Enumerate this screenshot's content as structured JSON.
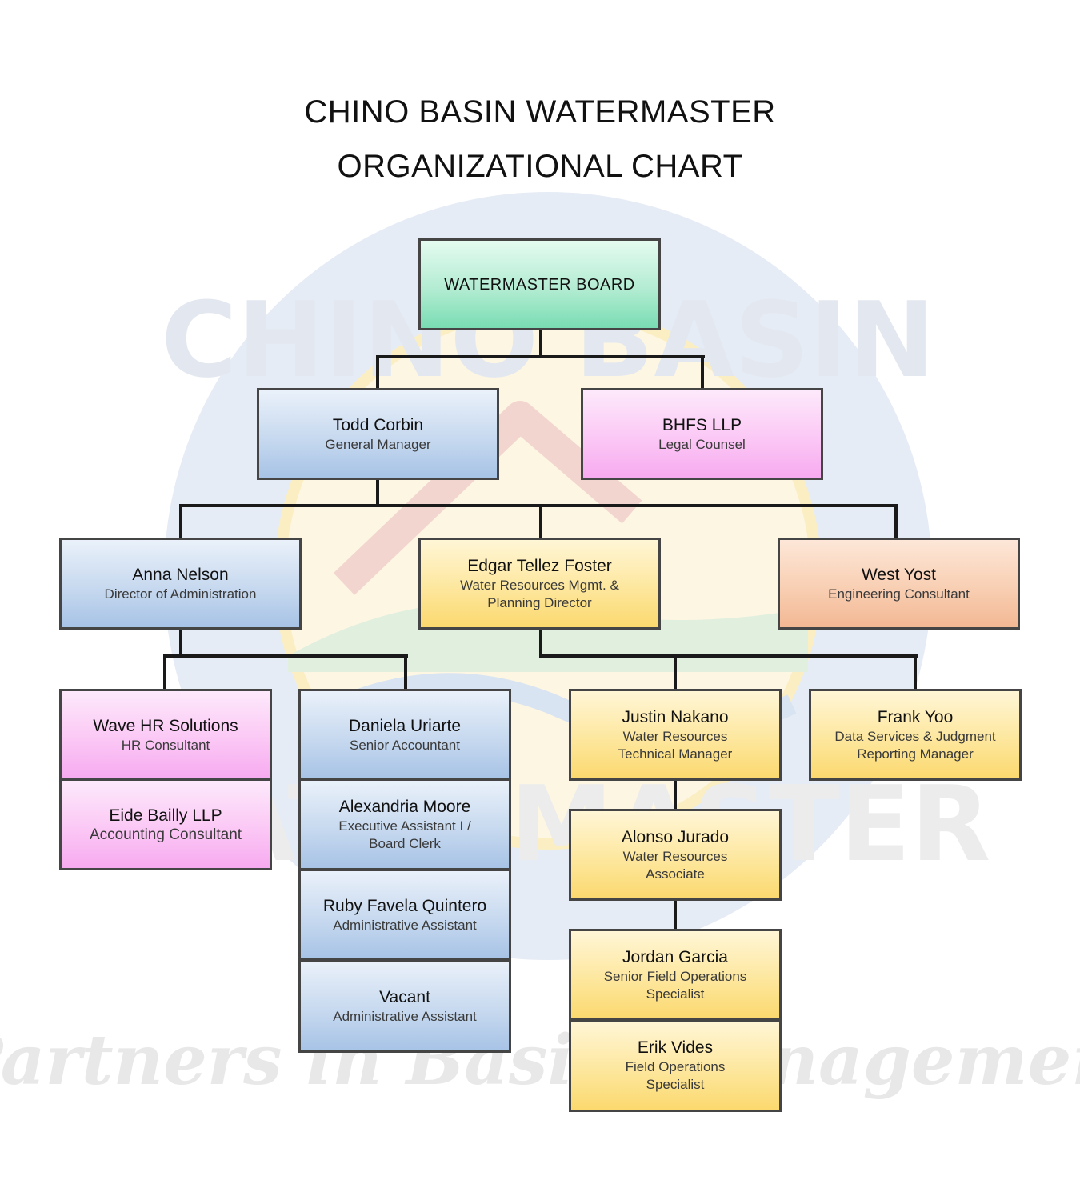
{
  "title": {
    "line1": "CHINO BASIN WATERMASTER",
    "line2": "ORGANIZATIONAL CHART"
  },
  "watermark": {
    "seal_text_top": "CHINO BASIN",
    "seal_text_bottom": "WATERMASTER",
    "tagline": "Partners in Basin Management"
  },
  "org": {
    "board": {
      "name": "WATERMASTER  BOARD"
    },
    "gm": {
      "name": "Todd Corbin",
      "role": "General Manager"
    },
    "legal": {
      "name": "BHFS LLP",
      "role": "Legal Counsel"
    },
    "admin_dir": {
      "name": "Anna Nelson",
      "role": "Director of Administration"
    },
    "planning_dir": {
      "name": "Edgar Tellez Foster",
      "role": "Water Resources Mgmt. &\nPlanning Director"
    },
    "engineering": {
      "name": "West Yost",
      "role": "Engineering Consultant"
    },
    "hr": {
      "name": "Wave HR Solutions",
      "role": "HR Consultant"
    },
    "accounting": {
      "name": "Eide Bailly LLP",
      "role": "Accounting Consultant"
    },
    "senior_accountant": {
      "name": "Daniela Uriarte",
      "role": "Senior Accountant"
    },
    "exec_assistant": {
      "name": "Alexandria Moore",
      "role": "Executive Assistant I /\nBoard Clerk"
    },
    "admin_assistant_1": {
      "name": "Ruby Favela Quintero",
      "role": "Administrative Assistant"
    },
    "admin_assistant_2": {
      "name": "Vacant",
      "role": "Administrative Assistant"
    },
    "tech_manager": {
      "name": "Justin Nakano",
      "role": "Water Resources\nTechnical Manager"
    },
    "data_manager": {
      "name": "Frank Yoo",
      "role": "Data Services & Judgment\nReporting Manager"
    },
    "associate": {
      "name": "Alonso Jurado",
      "role": "Water Resources\nAssociate"
    },
    "senior_field": {
      "name": "Jordan Garcia",
      "role": "Senior Field Operations\nSpecialist"
    },
    "field": {
      "name": "Erik Vides",
      "role": "Field Operations\nSpecialist"
    }
  },
  "colors": {
    "board": "#8fe2bf",
    "staff": "#c7d9ef",
    "consultant_pink": "#fbc8f5",
    "planning": "#fde79e",
    "engineering": "#f8cfb3",
    "line": "#1a1a1a"
  }
}
